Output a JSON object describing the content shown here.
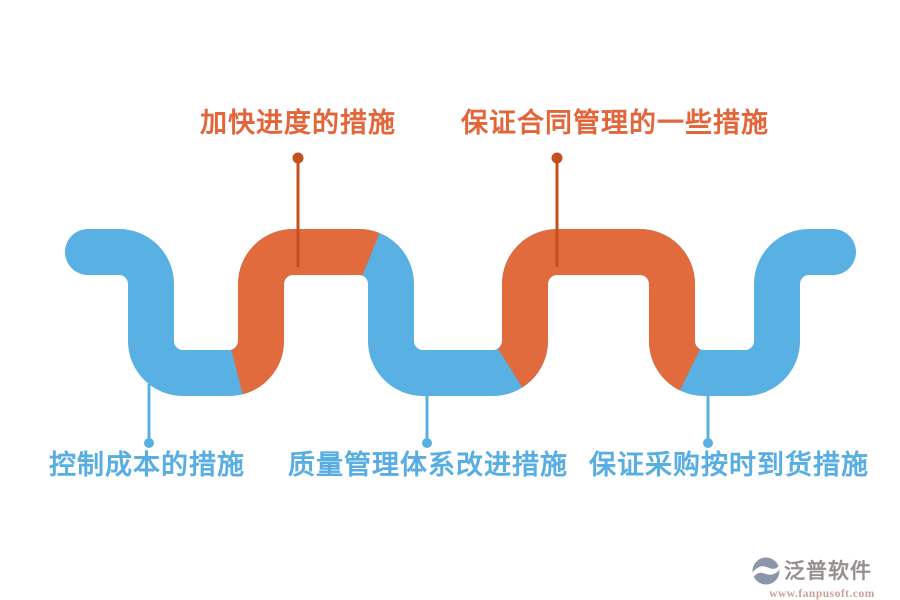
{
  "diagram": {
    "type": "serpentine-timeline",
    "items": [
      {
        "label": "控制成本的措施",
        "position": "bottom",
        "lobe": "trough",
        "lobe_color": "blue"
      },
      {
        "label": "加快进度的措施",
        "position": "top",
        "lobe": "crest",
        "lobe_color": "orange"
      },
      {
        "label": "质量管理体系改进措施",
        "position": "bottom",
        "lobe": "trough",
        "lobe_color": "blue"
      },
      {
        "label": "保证合同管理的一些措施",
        "position": "top",
        "lobe": "crest",
        "lobe_color": "orange"
      },
      {
        "label": "保证采购按时到货措施",
        "position": "bottom",
        "lobe": "trough",
        "lobe_color": "blue"
      }
    ],
    "colors": {
      "ribbon_blue": "#58B1E2",
      "ribbon_orange": "#E16B3D",
      "pointer_red": "#C2511F",
      "pointer_blue": "#58B1E2",
      "label_orange": "#E2663A",
      "label_blue": "#58AEE3",
      "background": "#FFFFFF"
    }
  },
  "logo": {
    "name": "泛普软件",
    "url": "www.fanpusoft.com",
    "icon": "swirl-globe-icon",
    "icon_color": "#8C96AA",
    "name_color": "#94918F",
    "url_color": "#C9A198"
  }
}
